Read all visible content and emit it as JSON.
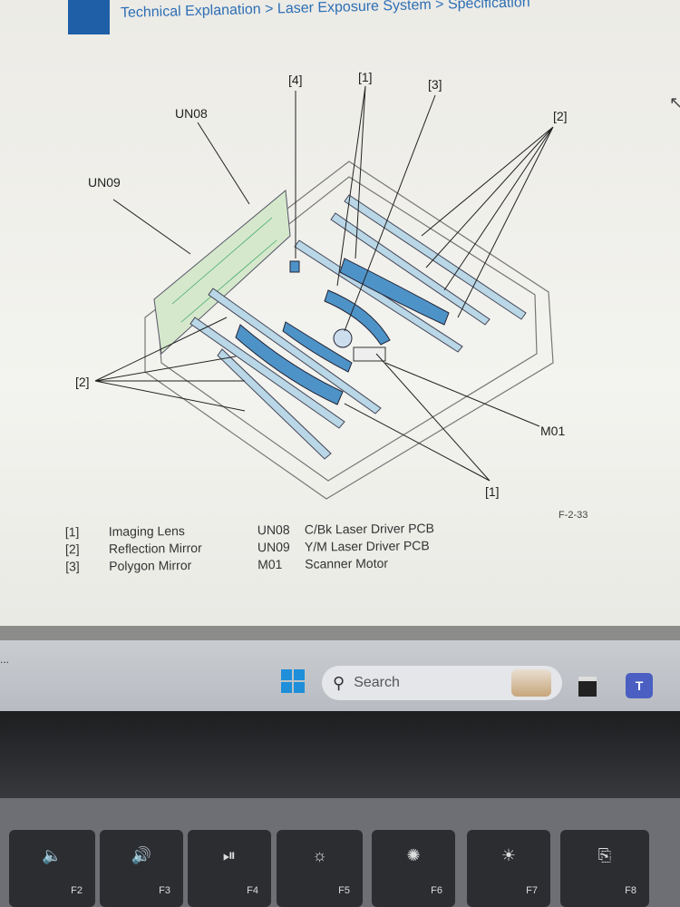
{
  "header": {
    "breadcrumb": "Technical Explanation > Laser Exposure System > Specification"
  },
  "diagram": {
    "callouts": {
      "c4": "[4]",
      "c1_top": "[1]",
      "c3": "[3]",
      "c2_right": "[2]",
      "un08": "UN08",
      "un09": "UN09",
      "c2_left": "[2]",
      "m01": "M01",
      "c1_bottom": "[1]"
    },
    "figure_id": "F-2-33",
    "colors": {
      "mirror": "#b9d7e6",
      "lens": "#4e93c8",
      "pcb": "#d5e8cc"
    }
  },
  "legend": [
    {
      "num": "[1]",
      "name": "Imaging Lens",
      "code": "UN08",
      "desc": "C/Bk Laser Driver PCB"
    },
    {
      "num": "[2]",
      "name": "Reflection Mirror",
      "code": "UN09",
      "desc": "Y/M Laser Driver PCB"
    },
    {
      "num": "[3]",
      "name": "Polygon Mirror",
      "code": "M01",
      "desc": "Scanner Motor"
    }
  ],
  "taskbar": {
    "overflow": "...",
    "search_placeholder": "Search",
    "teams": "T"
  },
  "keyboard": [
    {
      "fn": "F2",
      "icon": "🔈"
    },
    {
      "fn": "F3",
      "icon": "🔊"
    },
    {
      "fn": "F4",
      "icon": "⏯"
    },
    {
      "fn": "F5",
      "icon": "☼"
    },
    {
      "fn": "F6",
      "icon": "✺"
    },
    {
      "fn": "F7",
      "icon": "☀"
    },
    {
      "fn": "F8",
      "icon": "⎘"
    }
  ]
}
